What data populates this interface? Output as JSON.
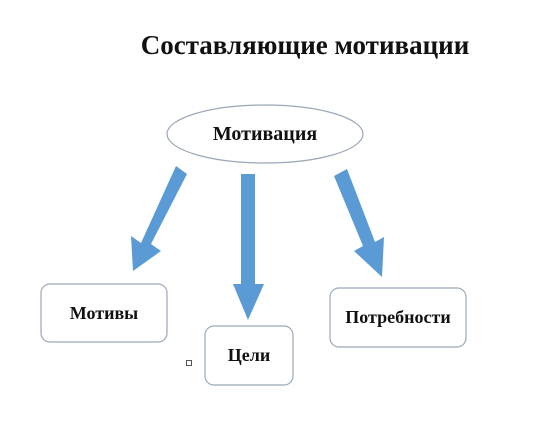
{
  "title": "Составляющие мотивации",
  "center": {
    "label": "Мотивация"
  },
  "nodes": {
    "motives": "Мотивы",
    "goals": "Цели",
    "needs": "Потребности"
  },
  "colors": {
    "arrow": "#5b9bd5",
    "border": "#9aa8b8",
    "text": "#111111"
  }
}
